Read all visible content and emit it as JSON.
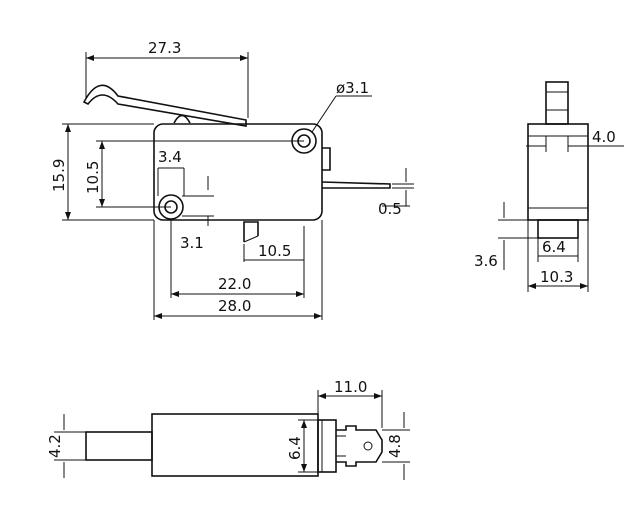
{
  "drawing": {
    "labels": {
      "overall_lever_length": "27.3",
      "hole_diameter": "ø3.1",
      "body_height": "15.9",
      "hole_spacing_vertical": "10.5",
      "hole_offset_x": "3.4",
      "hole_offset_y": "3.1",
      "terminal_offset": "10.5",
      "hole_spacing_horizontal": "22.0",
      "body_length": "28.0",
      "terminal_thickness": "0.5",
      "plunger_width": "4.0",
      "mount_offset": "3.6",
      "terminal_width": "6.4",
      "body_width": "10.3",
      "terminal_length": "11.0",
      "lever_width": "4.2",
      "terminal_height": "6.4",
      "terminal_tab_height": "4.8"
    }
  }
}
